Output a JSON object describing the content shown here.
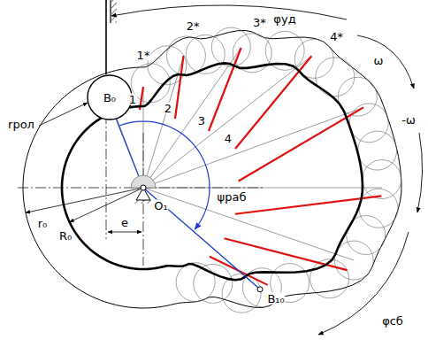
{
  "diagram": {
    "nodes": [
      {
        "text": [
          "B₀"
        ]
      }
    ],
    "labels": [
      "φуд",
      "rрол",
      "1*",
      "2*",
      "3*",
      "4*",
      "ω",
      "1",
      "2",
      "3",
      "4",
      "-ω",
      "ψраб",
      "R₀",
      "r₀",
      "O₁",
      "e",
      "B₁₀",
      "φсб"
    ]
  }
}
